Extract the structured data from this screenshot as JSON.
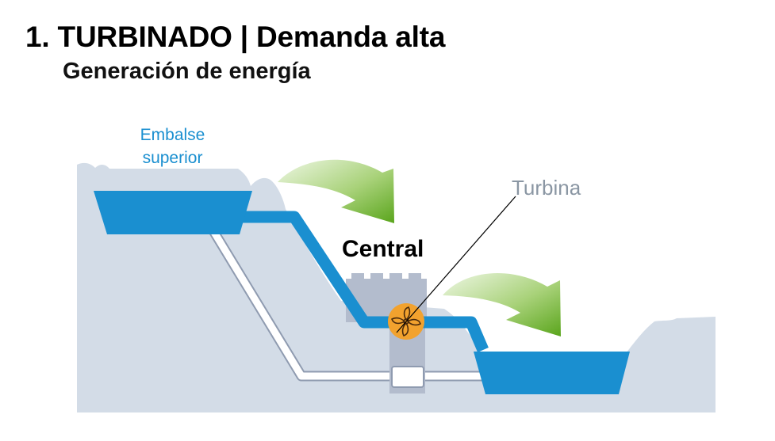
{
  "title": "1. TURBINADO | Demanda alta",
  "subtitle": "Generación de energía",
  "labels": {
    "upper_reservoir_line1": "Embalse",
    "upper_reservoir_line2": "superior",
    "turbine": "Turbina",
    "power_plant": "Central"
  },
  "colors": {
    "water": "#1a8fd0",
    "terrain": "#d3dce7",
    "plant": "#b3bccd",
    "turbine": "#f2a22e",
    "arrow_dark": "#5aa51c",
    "arrow_light": "#eef7e4",
    "turbine_label": "#8a96a3"
  },
  "icons": {
    "turbine": "turbine-fan-icon",
    "flow_arrows": "curved-arrow-icon"
  }
}
